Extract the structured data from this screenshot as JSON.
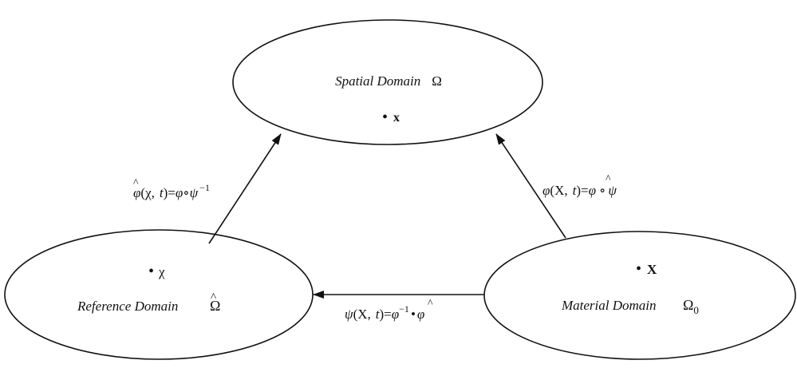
{
  "spatial": {
    "name": "Spatial Domain",
    "symbol": "Ω",
    "point": "x"
  },
  "reference": {
    "name": "Reference Domain",
    "symbol": "Ω",
    "hat": "^",
    "point": "χ"
  },
  "material": {
    "name": "Material Domain",
    "symbol": "Ω",
    "subscript": "0",
    "point": "X"
  },
  "map_reference_to_spatial": {
    "func": "φ",
    "hat": "^",
    "args": "(χ,",
    "t": "t",
    "close": ")=",
    "rhs1": "φ",
    "comp": "∘",
    "rhs2": "ψ",
    "sup": "−1"
  },
  "map_material_to_spatial": {
    "func": "φ",
    "args": "(X,",
    "t": "t",
    "close": ")=",
    "rhs1": "φ",
    "hat": "^",
    "comp": "∘",
    "rhs2": "ψ"
  },
  "map_material_to_reference": {
    "func": "ψ",
    "args": "(X,",
    "t": "t",
    "close": ")=",
    "rhs1": "φ",
    "hat": "^",
    "sup": "−1",
    "comp": "•",
    "rhs2": "φ"
  },
  "bullet": "•"
}
